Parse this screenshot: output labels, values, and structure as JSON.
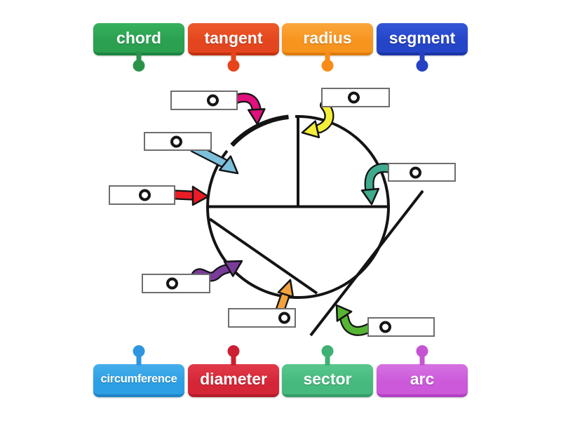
{
  "background": "#ffffff",
  "ink": "#141414",
  "word_bank": {
    "top": [
      {
        "label": "chord",
        "color": "#2aa050",
        "color_light": "#36b15d",
        "color_dark": "#1c8540",
        "dot": "#2a9349"
      },
      {
        "label": "tangent",
        "color": "#e3461e",
        "color_light": "#ee5a2a",
        "color_dark": "#c03210",
        "dot": "#e8431a"
      },
      {
        "label": "radius",
        "color": "#f7941e",
        "color_light": "#faa63c",
        "color_dark": "#dd7c0b",
        "dot": "#f78c1b"
      },
      {
        "label": "segment",
        "color": "#2545c8",
        "color_light": "#3355d8",
        "color_dark": "#1b35a6",
        "dot": "#2440c4"
      }
    ],
    "bottom": [
      {
        "label": "circumference",
        "color": "#2d9fe4",
        "color_light": "#45aeec",
        "color_dark": "#1f83c4",
        "dot": "#2e96e0"
      },
      {
        "label": "diameter",
        "color": "#d52637",
        "color_light": "#e13a4a",
        "color_dark": "#b31c2b",
        "dot": "#cc1f31"
      },
      {
        "label": "sector",
        "color": "#46ba7e",
        "color_light": "#58c78e",
        "color_dark": "#349c66",
        "dot": "#3eb073"
      },
      {
        "label": "arc",
        "color": "#cb59d9",
        "color_light": "#d672e2",
        "color_dark": "#b040c2",
        "dot": "#c653d4"
      }
    ]
  },
  "arrows": {
    "pink": "#e0107d",
    "yellow": "#f3ef39",
    "blue": "#7cc0db",
    "teal": "#3faa8e",
    "red": "#ea1c25",
    "purple": "#7a3b9b",
    "orange": "#f2a33c",
    "green": "#56b633"
  }
}
